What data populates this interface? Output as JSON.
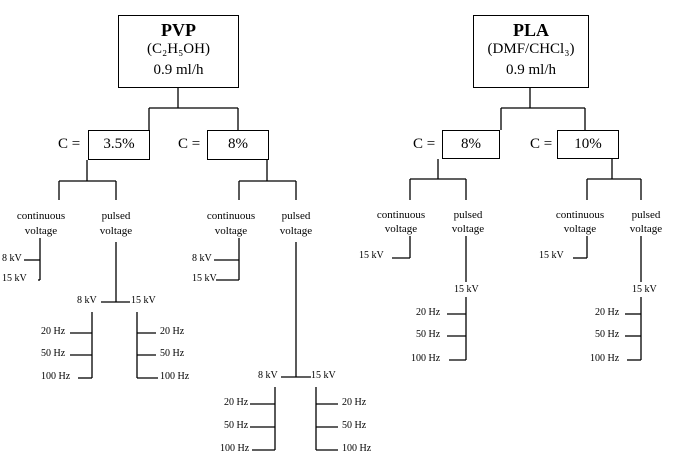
{
  "pvp": {
    "title": "PVP",
    "solvent": "(C₂H₅OH)",
    "flow": "0.9 ml/h",
    "conc_prefix": "C =",
    "conc_a": "3.5%",
    "conc_b": "8%"
  },
  "pla": {
    "title": "PLA",
    "solvent": "(DMF/CHCl₃)",
    "flow": "0.9 ml/h",
    "conc_prefix": "C =",
    "conc_a": "8%",
    "conc_b": "10%"
  },
  "labels": {
    "continuous_1": "continuous",
    "continuous_2": "voltage",
    "pulsed_1": "pulsed",
    "pulsed_2": "voltage",
    "kv8": "8 kV",
    "kv15": "15 kV",
    "hz20": "20 Hz",
    "hz50": "50 Hz",
    "hz100": "100 Hz"
  }
}
